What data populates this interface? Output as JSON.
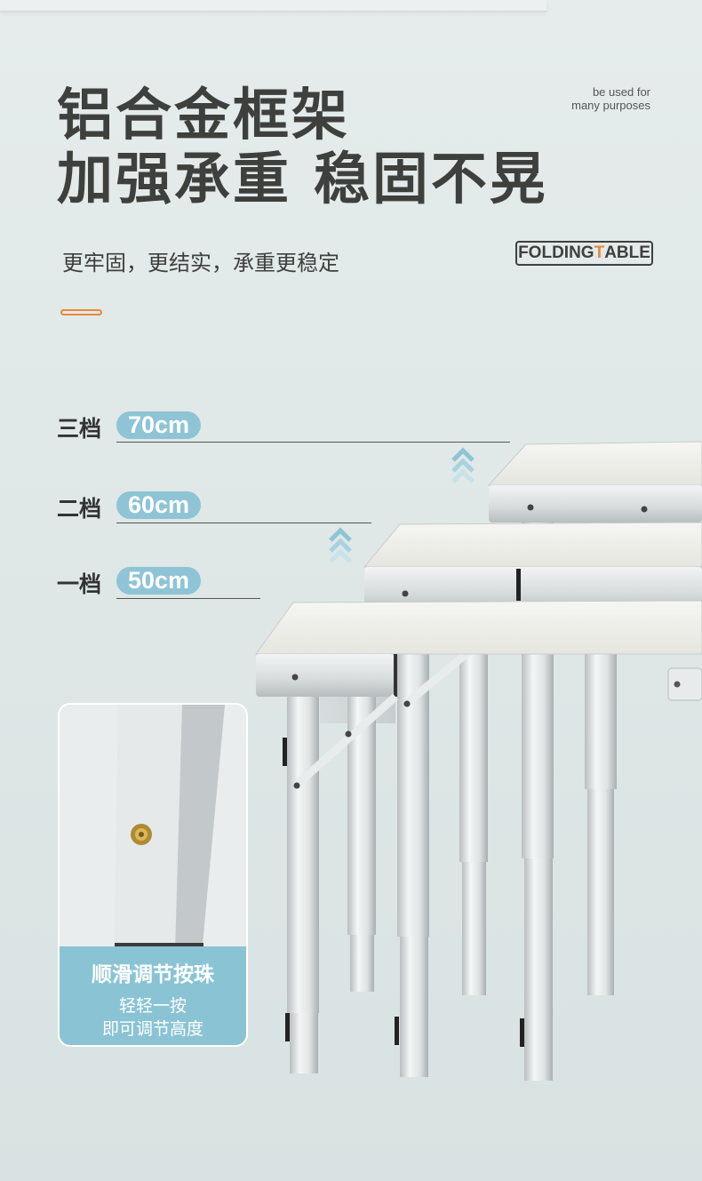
{
  "header": {
    "title_line1": "铝合金框架",
    "title_line2": "加强承重 稳固不晃",
    "tagline_line1": "be used for",
    "tagline_line2": "many purposes",
    "subtitle": "更牢固，更结实，承重更稳定",
    "badge": {
      "part1": "FOLDING ",
      "highlight": "T",
      "part2": "ABLE"
    }
  },
  "levels": [
    {
      "label": "三档",
      "height": "70cm"
    },
    {
      "label": "二档",
      "height": "60cm"
    },
    {
      "label": "一档",
      "height": "50cm"
    }
  ],
  "inset": {
    "title": "顺滑调节按珠",
    "line1": "轻轻一按",
    "line2": "即可调节高度"
  },
  "colors": {
    "accent_orange": "#e8883a",
    "pill_blue": "#8ec4d6",
    "title_dark": "#3e403d"
  }
}
